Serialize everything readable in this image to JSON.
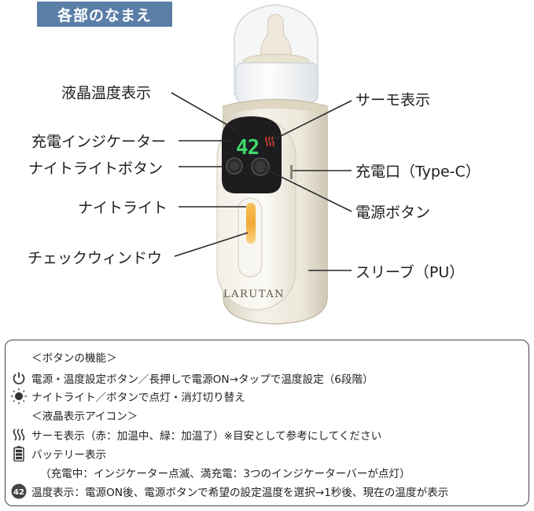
{
  "header": {
    "title": "各部のなまえ"
  },
  "product": {
    "brand": "LARUTAN",
    "display_value": "42",
    "labels": {
      "lcd": "液晶温度表示",
      "charge_indicator": "充電インジケーター",
      "night_light_button": "ナイトライトボタン",
      "night_light": "ナイトライト",
      "check_window": "チェックウィンドウ",
      "thermo": "サーモ表示",
      "charge_port": "充電口（Type-C）",
      "power_button": "電源ボタン",
      "sleeve": "スリーブ（PU）"
    }
  },
  "info": {
    "button_heading": "＜ボタンの機能＞",
    "power_text": "電源・温度設定ボタン／長押しで電源ON→タップで温度設定（6段階）",
    "light_text": "ナイトライト／ボタンで点灯・消灯切り替え",
    "lcd_heading": "＜液晶表示アイコン＞",
    "thermo_text": "サーモ表示（赤：加温中、緑：加温了）※目安として参考にしてください",
    "battery_text": "バッテリー表示",
    "battery_detail": "（充電中：インジケーター点滅、満充電：3つのインジケーターバーが点灯）",
    "temp_icon_value": "42",
    "temp_text": "温度表示：電源ON後、電源ボタンで希望の設定温度を選択→1秒後、現在の温度が表示"
  }
}
